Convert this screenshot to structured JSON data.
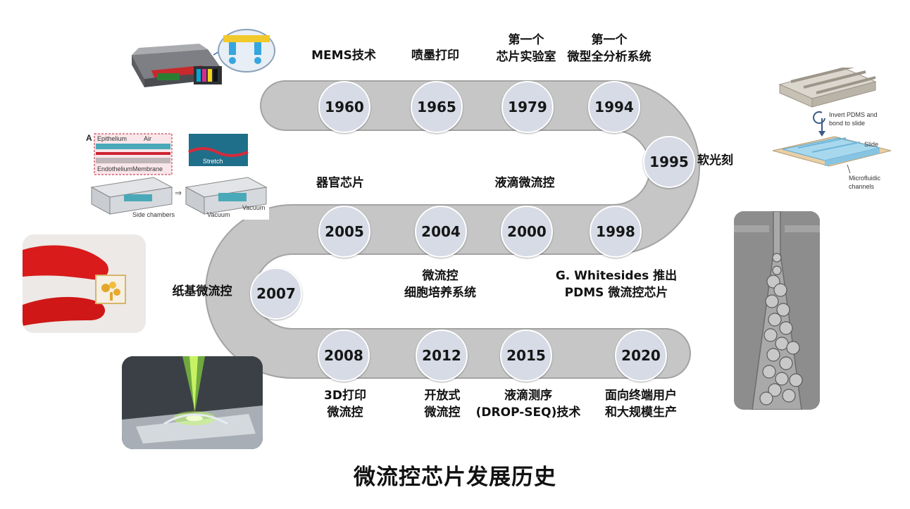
{
  "title": "微流控芯片发展历史",
  "milestones": [
    {
      "year": "1960",
      "lines": [
        "MEMS技术"
      ]
    },
    {
      "year": "1965",
      "lines": [
        "喷墨打印"
      ]
    },
    {
      "year": "1979",
      "lines": [
        "第一个",
        "芯片实验室"
      ]
    },
    {
      "year": "1994",
      "lines": [
        "第一个",
        "微型全分析系统"
      ]
    },
    {
      "year": "1995",
      "lines": [
        "软光刻"
      ]
    },
    {
      "year": "1998",
      "lines": [
        "G. Whitesides 推出",
        "PDMS 微流控芯片"
      ]
    },
    {
      "year": "2000",
      "lines": [
        "液滴微流控"
      ]
    },
    {
      "year": "2004",
      "lines": [
        "微流控",
        "细胞培养系统"
      ]
    },
    {
      "year": "2005",
      "lines": [
        "器官芯片"
      ]
    },
    {
      "year": "2007",
      "lines": [
        "纸基微流控"
      ]
    },
    {
      "year": "2008",
      "lines": [
        "3D打印",
        "微流控"
      ]
    },
    {
      "year": "2012",
      "lines": [
        "开放式",
        "微流控"
      ]
    },
    {
      "year": "2015",
      "lines": [
        "液滴测序",
        "(DROP-SEQ)技术"
      ]
    },
    {
      "year": "2020",
      "lines": [
        "面向终端用户",
        "和大规模生产"
      ]
    }
  ],
  "figures": {
    "organ_chip": {
      "panel": "A",
      "labels": [
        "Epithelium",
        "Air",
        "Endothelium",
        "Membrane",
        "Side chambers",
        "Stretch",
        "Vacuum",
        "Vacuum"
      ]
    },
    "soft_litho": {
      "labels": [
        "Invert PDMS and",
        "bond to slide",
        "Slide",
        "Microfluidic",
        "channels"
      ]
    }
  },
  "colors": {
    "track": "#c6c6c6",
    "track_edge": "#9a9a9a",
    "year_fill": "#d6dbe6",
    "text": "#111111"
  }
}
